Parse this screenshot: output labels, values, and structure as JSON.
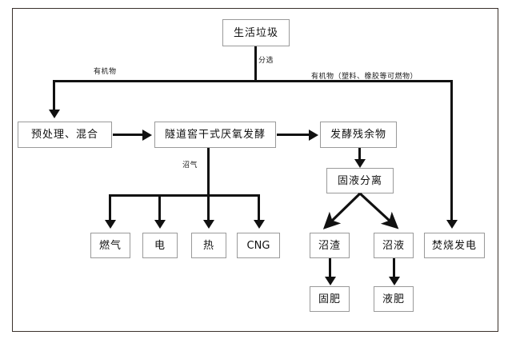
{
  "diagram": {
    "title_text": "生活垃圾",
    "nodes": {
      "waste": "生活垃圾",
      "pretreat": "预处理、混合",
      "digester": "隧道窖干式厌氧发酵",
      "residue": "发酵残余物",
      "separation": "固液分离",
      "fuel_gas": "燃气",
      "electricity": "电",
      "heat": "热",
      "cng": "CNG",
      "biogas_residue": "沼渣",
      "biogas_slurry": "沼液",
      "incineration": "焚烧发电",
      "solid_fertilizer": "固肥",
      "liquid_fertilizer": "液肥"
    },
    "edge_labels": {
      "sorting": "分选",
      "organic_left": "有机物",
      "organic_right": "有机物（塑料、橡胶等可燃物）",
      "biogas": "沼气"
    },
    "colors": {
      "frame": "#3a302b",
      "node_border": "#9a9a9a",
      "connector": "#111111",
      "background": "#ffffff",
      "text": "#111111"
    }
  }
}
